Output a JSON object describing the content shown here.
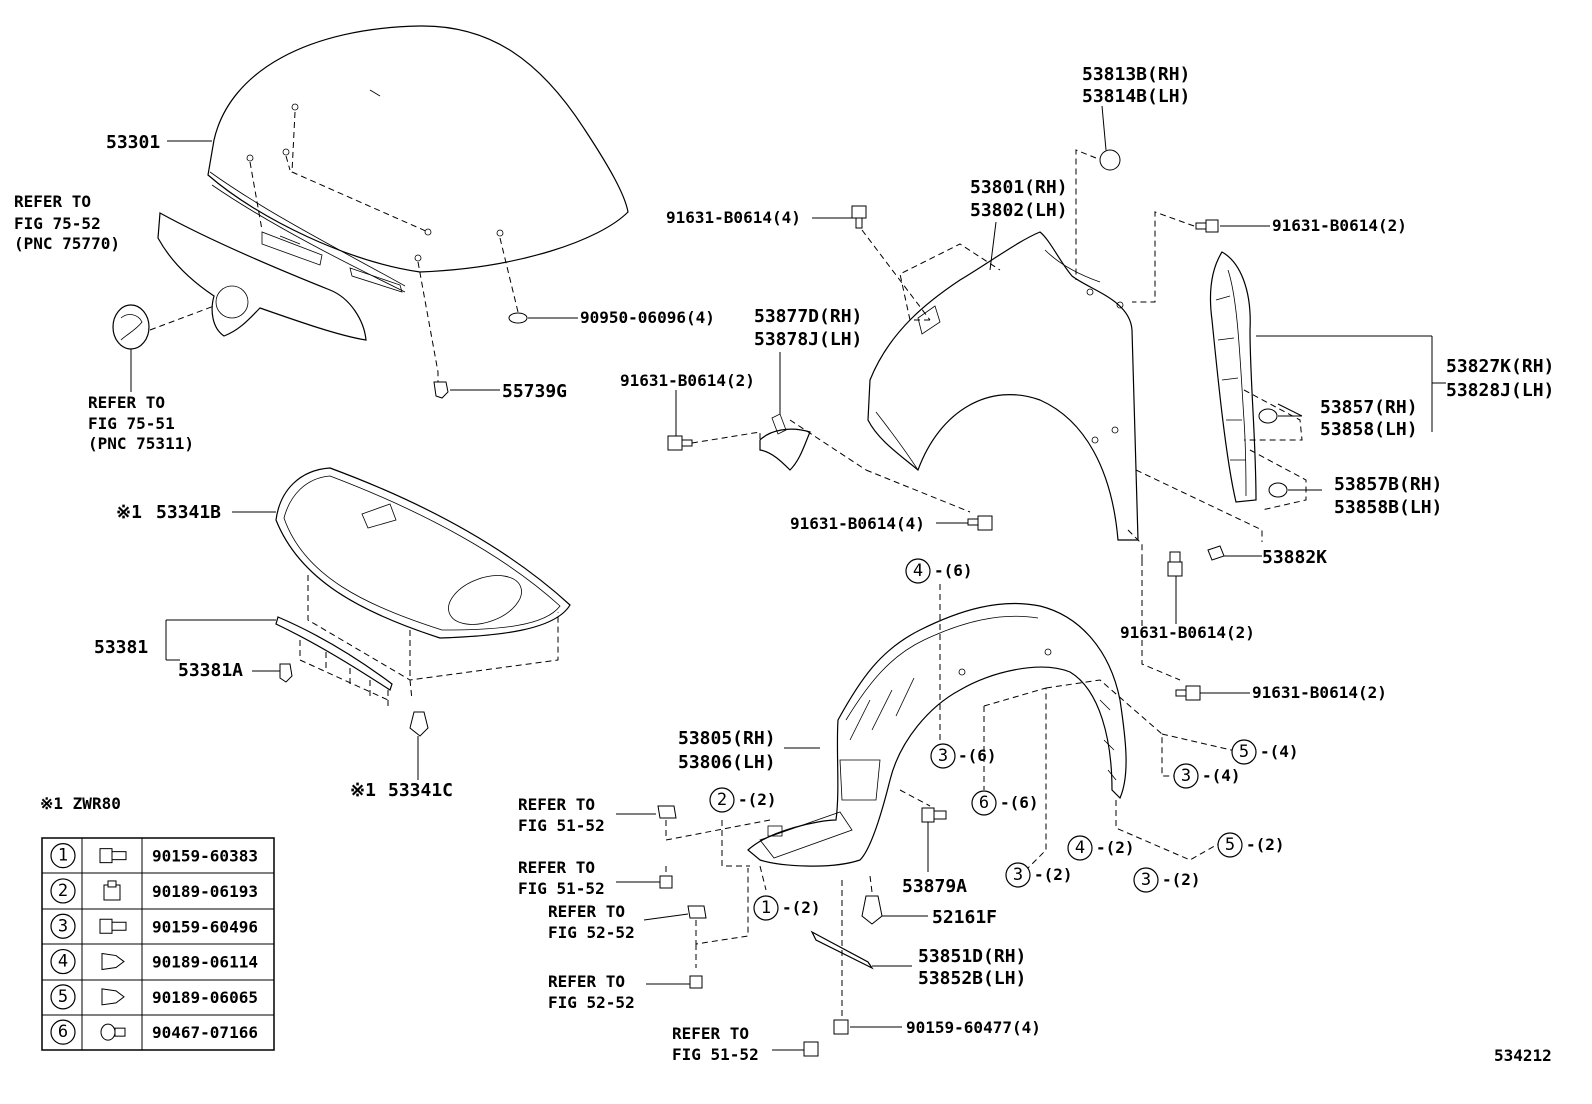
{
  "labels": {
    "p53301": "53301",
    "refer_75_52": [
      "REFER TO",
      "FIG 75-52",
      "(PNC 75770)"
    ],
    "refer_75_51": [
      "REFER TO",
      "FIG 75-51",
      "(PNC 75311)"
    ],
    "p90950": "90950-06096(4)",
    "p55739g": "55739G",
    "p53813b": "53813B(RH)",
    "p53814b": "53814B(LH)",
    "p53801": "53801(RH)",
    "p53802": "53802(LH)",
    "bolt_top_left": "91631-B0614(4)",
    "bolt_top_right": "91631-B0614(2)",
    "p53877d": "53877D(RH)",
    "p53878j": "53878J(LH)",
    "bolt_bracket": "91631-B0614(2)",
    "bolt_fender_low": "91631-B0614(4)",
    "p53827k": "53827K(RH)",
    "p53828j": "53828J(LH)",
    "p53857": "53857(RH)",
    "p53858": "53858(LH)",
    "p53857b": "53857B(RH)",
    "p53858b": "53858B(LH)",
    "p53882k": "53882K",
    "bolt_mid_right": "91631-B0614(2)",
    "bolt_low_right": "91631-B0614(2)",
    "mark1": "※1",
    "p53341b": "53341B",
    "p53381": "53381",
    "p53381a": "53381A",
    "p53341c": "53341C",
    "zwr80": "※1 ZWR80",
    "p53805": "53805(RH)",
    "p53806": "53806(LH)",
    "refer_51_52_a": [
      "REFER TO",
      "FIG 51-52"
    ],
    "refer_51_52_b": [
      "REFER TO",
      "FIG 51-52"
    ],
    "refer_52_52_a": [
      "REFER TO",
      "FIG 52-52"
    ],
    "refer_52_52_b": [
      "REFER TO",
      "FIG 52-52"
    ],
    "refer_51_52_c": [
      "REFER TO",
      "FIG 51-52"
    ],
    "p53879a": "53879A",
    "p52161f": "52161F",
    "p53851d": "53851D(RH)",
    "p53852b": "53852B(LH)",
    "p90159_477": "90159-60477(4)",
    "diagram_id": "534212"
  },
  "callouts": {
    "c4_6": {
      "num": "4",
      "qty": "-(6)"
    },
    "c3_6": {
      "num": "3",
      "qty": "-(6)"
    },
    "c6_6": {
      "num": "6",
      "qty": "-(6)"
    },
    "c5_4": {
      "num": "5",
      "qty": "-(4)"
    },
    "c3_4": {
      "num": "3",
      "qty": "-(4)"
    },
    "c2_2": {
      "num": "2",
      "qty": "-(2)"
    },
    "c4_2": {
      "num": "4",
      "qty": "-(2)"
    },
    "c3_2a": {
      "num": "3",
      "qty": "-(2)"
    },
    "c5_2": {
      "num": "5",
      "qty": "-(2)"
    },
    "c3_2b": {
      "num": "3",
      "qty": "-(2)"
    },
    "c1_2": {
      "num": "1",
      "qty": "-(2)"
    }
  },
  "legend": [
    {
      "num": "1",
      "icon": "flange-bolt-icon",
      "part": "90159-60383"
    },
    {
      "num": "2",
      "icon": "clip-nut-icon",
      "part": "90189-06193"
    },
    {
      "num": "3",
      "icon": "flange-bolt-icon",
      "part": "90159-60496"
    },
    {
      "num": "4",
      "icon": "push-clip-icon",
      "part": "90189-06114"
    },
    {
      "num": "5",
      "icon": "push-clip-icon",
      "part": "90189-06065"
    },
    {
      "num": "6",
      "icon": "screw-grommet-icon",
      "part": "90467-07166"
    }
  ]
}
